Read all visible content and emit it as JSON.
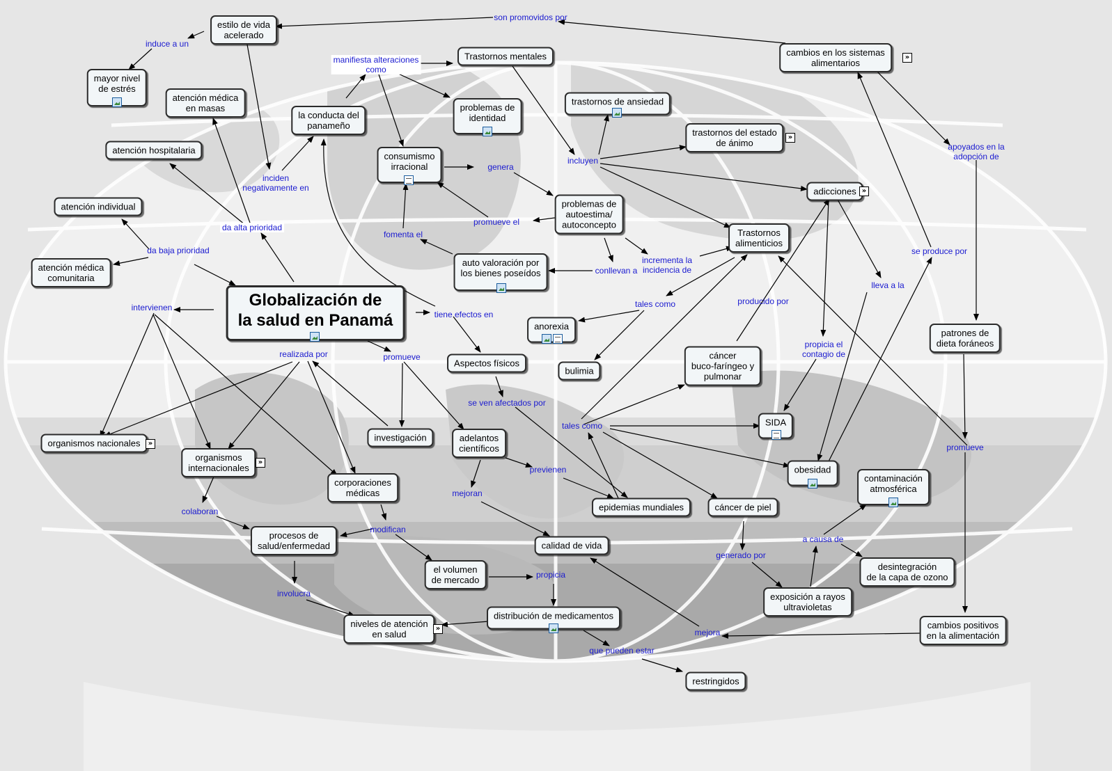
{
  "main_concept": "Globalización de\nla salud en Panamá",
  "concepts": {
    "estilo": "estilo de vida\nacelerado",
    "mayor_estres": "mayor nivel\nde estrés",
    "atencion_masas": "atención médica\nen masas",
    "atencion_hospitalaria": "atención hospitalaria",
    "atencion_individual": "atención individual",
    "atencion_comunitaria": "atención médica\ncomunitaria",
    "conducta": "la conducta del\npanameño",
    "trastornos_mentales": "Trastornos mentales",
    "problemas_identidad": "problemas de\nidentidad",
    "consumismo": "consumismo\nirracional",
    "trastornos_ansiedad": "trastornos de ansiedad",
    "trastornos_animo": "trastornos del estado\nde ánimo",
    "cambios_sistemas": "cambios en los sistemas\nalimentarios",
    "adicciones": "adicciones",
    "problemas_autoestima": "problemas de\nautoestima/\nautoconcepto",
    "trastornos_alimenticios": "Trastornos\nalimenticios",
    "auto_valoracion": "auto valoración por\nlos bienes poseídos",
    "anorexia": "anorexia",
    "bulimia": "bulimia",
    "aspectos_fisicos": "Aspectos físicos",
    "cancer_buco": "cáncer\nbuco-faríngeo y\npulmonar",
    "patrones_dieta": "patrones de\ndieta foráneos",
    "sida": "SIDA",
    "organismos_nacionales": "organismos nacionales",
    "organismos_internacionales": "organismos\ninternacionales",
    "investigacion": "investigación",
    "adelantos": "adelantos\ncientíficos",
    "corporaciones": "corporaciones\nmédicas",
    "obesidad": "obesidad",
    "contaminacion": "contaminación\natmosférica",
    "epidemias": "epidemias mundiales",
    "cancer_piel": "cáncer de piel",
    "procesos": "procesos de\nsalud/enfermedad",
    "calidad": "calidad de vida",
    "desintegracion": "desintegración\nde la capa de ozono",
    "volumen": "el volumen\nde mercado",
    "exposicion": "exposición a rayos\nultravioletas",
    "distribucion": "distribución de medicamentos",
    "niveles": "niveles de atención\nen salud",
    "cambios_positivos": "cambios positivos\nen la alimentación",
    "restringidos": "restringidos"
  },
  "linking_phrases": {
    "son_promovidos": "son promovidos por",
    "induce": "induce a un",
    "manifiesta": "manifiesta alteraciones\ncomo",
    "inciden": "inciden\nnegativamente en",
    "genera": "genera",
    "incluyen": "incluyen",
    "apoyados": "apoyados en la\nadopción de",
    "da_alta": "da alta prioridad",
    "promueve_el": "promueve el",
    "da_baja": "da baja prioridad",
    "fomenta": "fomenta el",
    "se_produce": "se produce por",
    "incrementa": "incrementa la\nincidencia de",
    "conllevan": "conllevan a",
    "intervienen": "intervienen",
    "tales_como_1": "tales como",
    "lleva": "lleva a la",
    "producido": "producido por",
    "tiene_efectos": "tiene efectos en",
    "realizada": "realizada por",
    "promueve_1": "promueve",
    "propicia_contagio": "propicia el\ncontagio de",
    "se_ven": "se ven afectados por",
    "tales_como_2": "tales como",
    "promueve_2": "promueve",
    "previenen": "previenen",
    "mejoran": "mejoran",
    "colaboran": "colaboran",
    "modifican": "modifican",
    "a_causa": "a causa de",
    "generado": "generado por",
    "involucra": "involucra",
    "propicia": "propicia",
    "mejora": "mejora",
    "que_pueden": "que pueden estar"
  },
  "colors": {
    "link_text": "#1a1ad0",
    "node_fill": "#f2f6f8",
    "node_border": "#2b2b2b",
    "arrow": "#000000"
  },
  "icons": {
    "image_icon": "image-resource-icon",
    "document_icon": "document-resource-icon",
    "submap_icon": "submap-icon"
  }
}
